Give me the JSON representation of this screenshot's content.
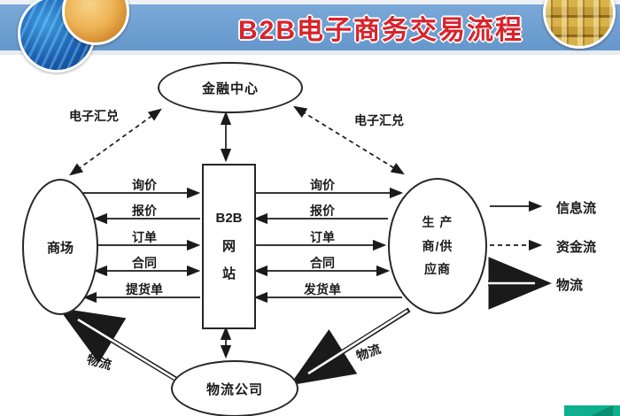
{
  "header": {
    "title": "B2B电子商务交易流程"
  },
  "nodes": {
    "finance_center": "金融中心",
    "market": "商场",
    "b2b": {
      "l1": "B2B",
      "l2": "网",
      "l3": "站"
    },
    "producer": {
      "l1": "生 产",
      "l2": "商/供",
      "l3": "应商"
    },
    "logistics_company": "物流公司"
  },
  "flows": {
    "left": [
      "询价",
      "报价",
      "订单",
      "合同",
      "提货单"
    ],
    "right": [
      "询价",
      "报价",
      "订单",
      "合同",
      "发货单"
    ],
    "remittance_left": "电子汇兑",
    "remittance_right": "电子汇兑",
    "logistics_left": "物流",
    "logistics_right": "物流"
  },
  "legend": {
    "info": "信息流",
    "capital": "资金流",
    "logistics": "物流"
  },
  "colors": {
    "banner_blue": "#6f9fd2",
    "title_red": "#d9232b",
    "line_black": "#1a1a1a",
    "corner_button_green": "#0fb08e"
  }
}
